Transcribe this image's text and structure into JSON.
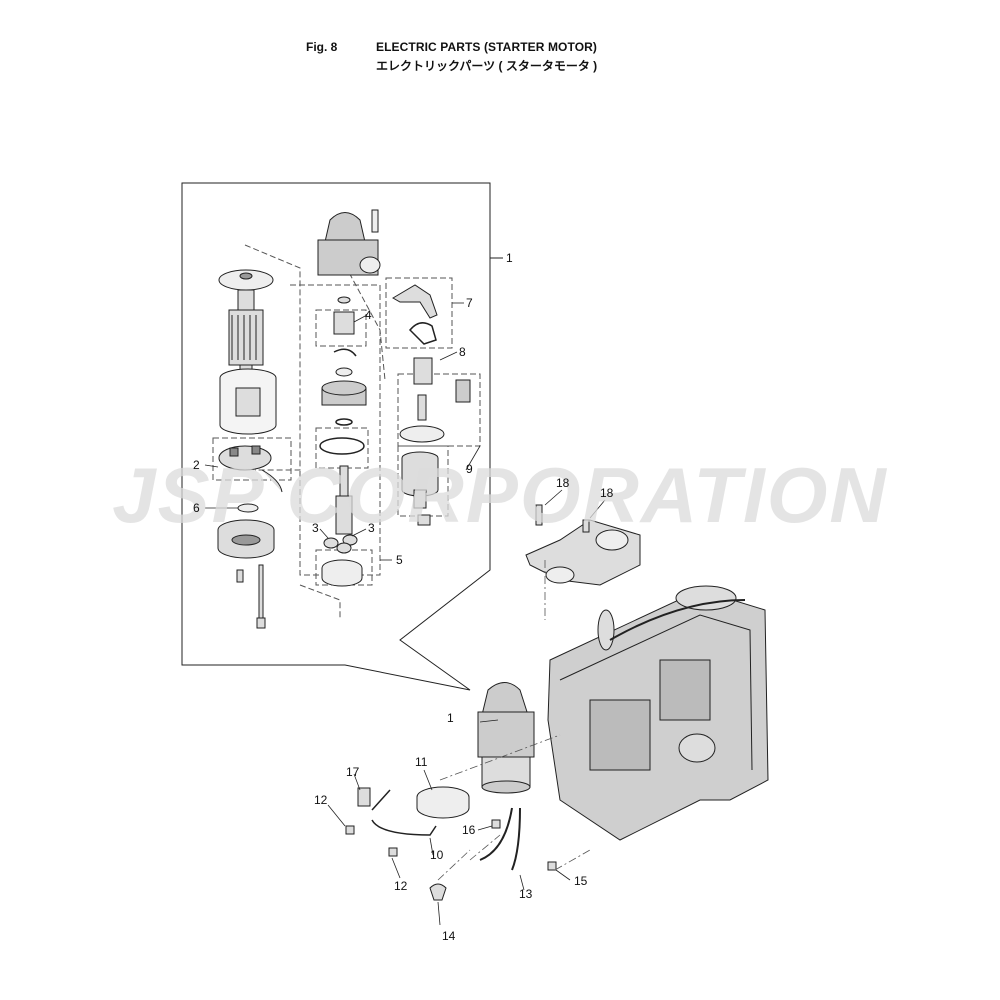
{
  "header": {
    "fig_label": "Fig. 8",
    "title_en": "ELECTRIC PARTS (STARTER MOTOR)",
    "title_ja": "エレクトリックパーツ ( スタータモータ )"
  },
  "watermark": {
    "text": "JSP CORPORATION",
    "color": "#dcdcdc"
  },
  "callouts": {
    "c1_top": "1",
    "c1_bottom": "1",
    "c2": "2",
    "c3_left": "3",
    "c3_right": "3",
    "c4": "4",
    "c5": "5",
    "c6": "6",
    "c7": "7",
    "c8": "8",
    "c9": "9",
    "c10": "10",
    "c11": "11",
    "c12_top": "12",
    "c12_bottom": "12",
    "c13": "13",
    "c14": "14",
    "c15": "15",
    "c16": "16",
    "c17": "17",
    "c18_left": "18",
    "c18_right": "18"
  }
}
